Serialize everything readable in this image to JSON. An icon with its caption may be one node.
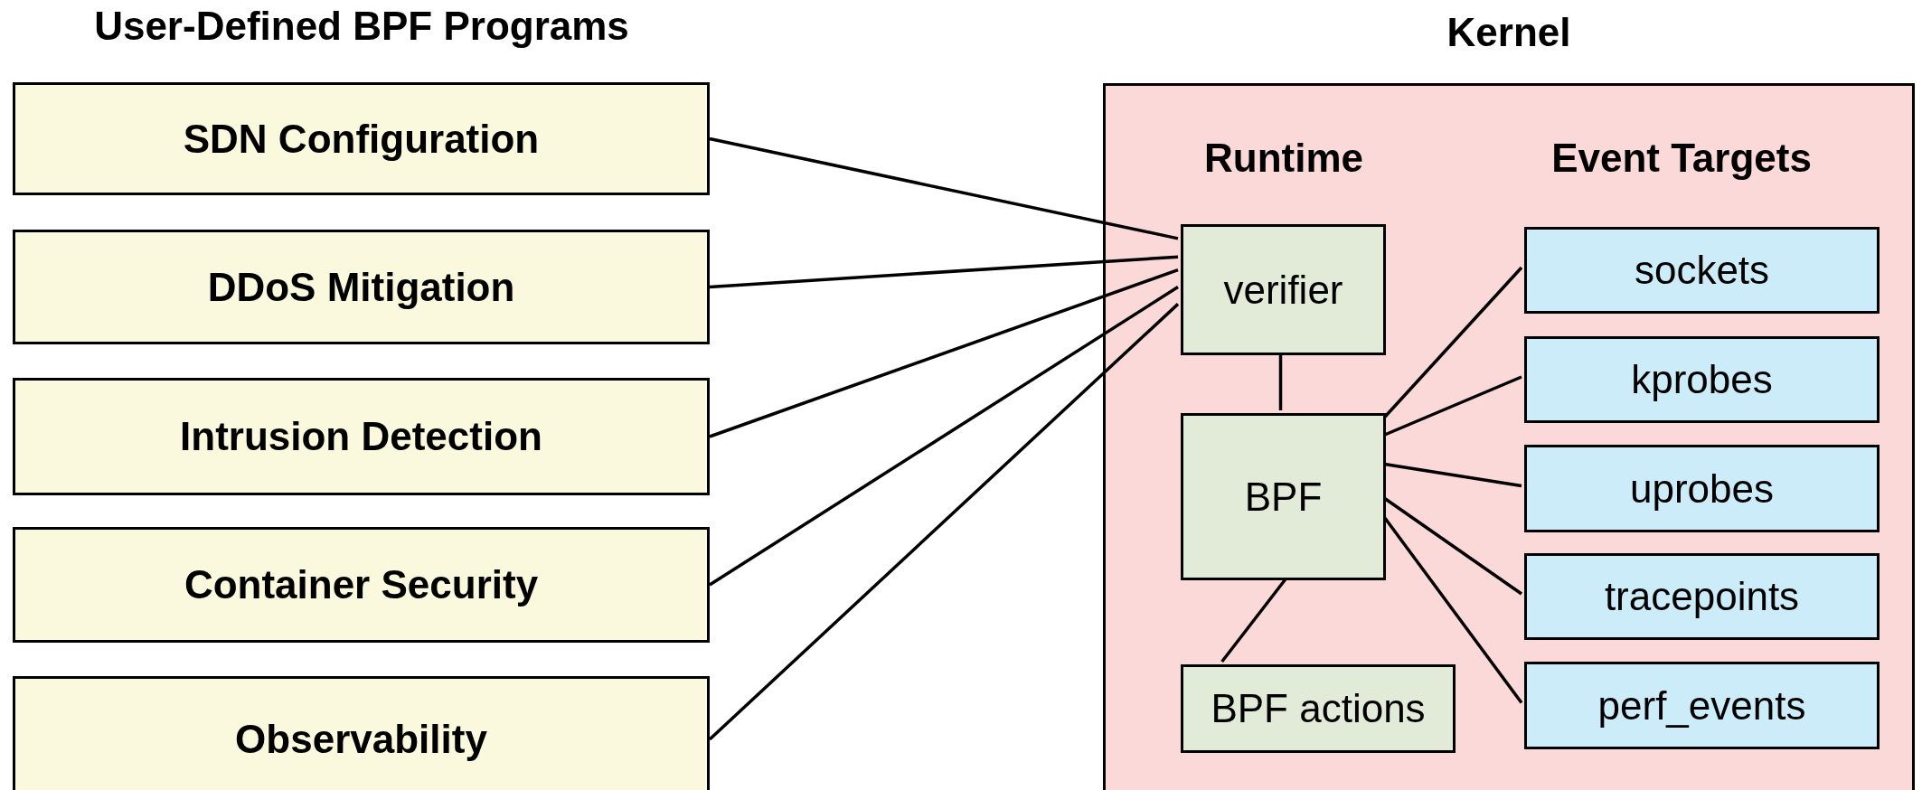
{
  "diagram": {
    "nodes": [
      {
        "text": [
          "SDN Configuration"
        ]
      },
      {
        "text": [
          "DDoS Mitigation"
        ]
      },
      {
        "text": [
          "Intrusion Detection"
        ]
      },
      {
        "text": [
          "Container Security"
        ]
      },
      {
        "text": [
          "Observability"
        ]
      },
      {
        "text": [
          "Kernel"
        ]
      },
      {
        "text": [
          "verifier"
        ],
        "in": 5
      },
      {
        "text": [
          "BPF"
        ],
        "in": 5
      },
      {
        "text": [
          "BPF actions"
        ],
        "in": 5
      },
      {
        "text": [
          "sockets"
        ],
        "in": 5
      },
      {
        "text": [
          "kprobes"
        ],
        "in": 5
      },
      {
        "text": [
          "uprobes"
        ],
        "in": 5
      },
      {
        "text": [
          "tracepoints"
        ],
        "in": 5
      },
      {
        "text": [
          "perf_events"
        ],
        "in": 5
      }
    ],
    "edges": [
      {
        "from": 0,
        "to": 6,
        "arrow": "none"
      },
      {
        "from": 1,
        "to": 6,
        "arrow": "none"
      },
      {
        "from": 2,
        "to": 6,
        "arrow": "none"
      },
      {
        "from": 3,
        "to": 6,
        "arrow": "none"
      },
      {
        "from": 4,
        "to": 6,
        "arrow": "none"
      },
      {
        "from": 6,
        "to": 7,
        "arrow": "none"
      },
      {
        "from": 7,
        "to": 8,
        "arrow": "none"
      },
      {
        "from": 7,
        "to": 9,
        "arrow": "none"
      },
      {
        "from": 7,
        "to": 10,
        "arrow": "none"
      },
      {
        "from": 7,
        "to": 11,
        "arrow": "none"
      },
      {
        "from": 7,
        "to": 12,
        "arrow": "none"
      },
      {
        "from": 7,
        "to": 13,
        "arrow": "none"
      }
    ],
    "labels": [
      "User-Defined BPF Programs",
      "Runtime",
      "Event Targets"
    ]
  }
}
